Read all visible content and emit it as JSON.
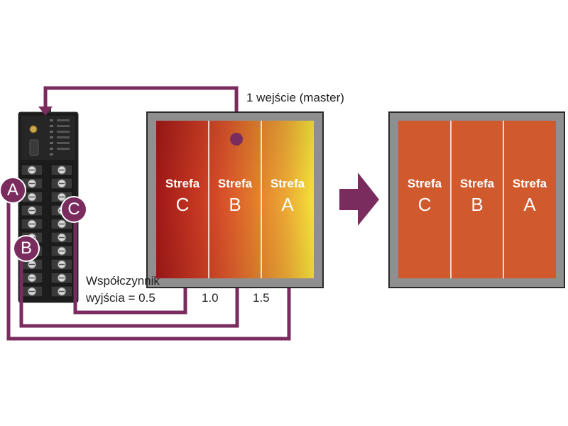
{
  "master_label": "1 wejście (master)",
  "coefficient_label_line1": "Współczynnik",
  "coefficient_label_line2": "wyjścia = 0.5",
  "coefficient_b": "1.0",
  "coefficient_a": "1.5",
  "badges": [
    "A",
    "B",
    "C"
  ],
  "zones_before": [
    {
      "title": "Strefa",
      "letter": "C"
    },
    {
      "title": "Strefa",
      "letter": "B"
    },
    {
      "title": "Strefa",
      "letter": "A"
    }
  ],
  "zones_after": [
    {
      "title": "Strefa",
      "letter": "C"
    },
    {
      "title": "Strefa",
      "letter": "B"
    },
    {
      "title": "Strefa",
      "letter": "A"
    }
  ],
  "colors": {
    "wire": "#7a2c5e",
    "frame": "#8f8f8f",
    "zone_uniform": "#d05a2e",
    "controller": "#1a1a1a"
  }
}
